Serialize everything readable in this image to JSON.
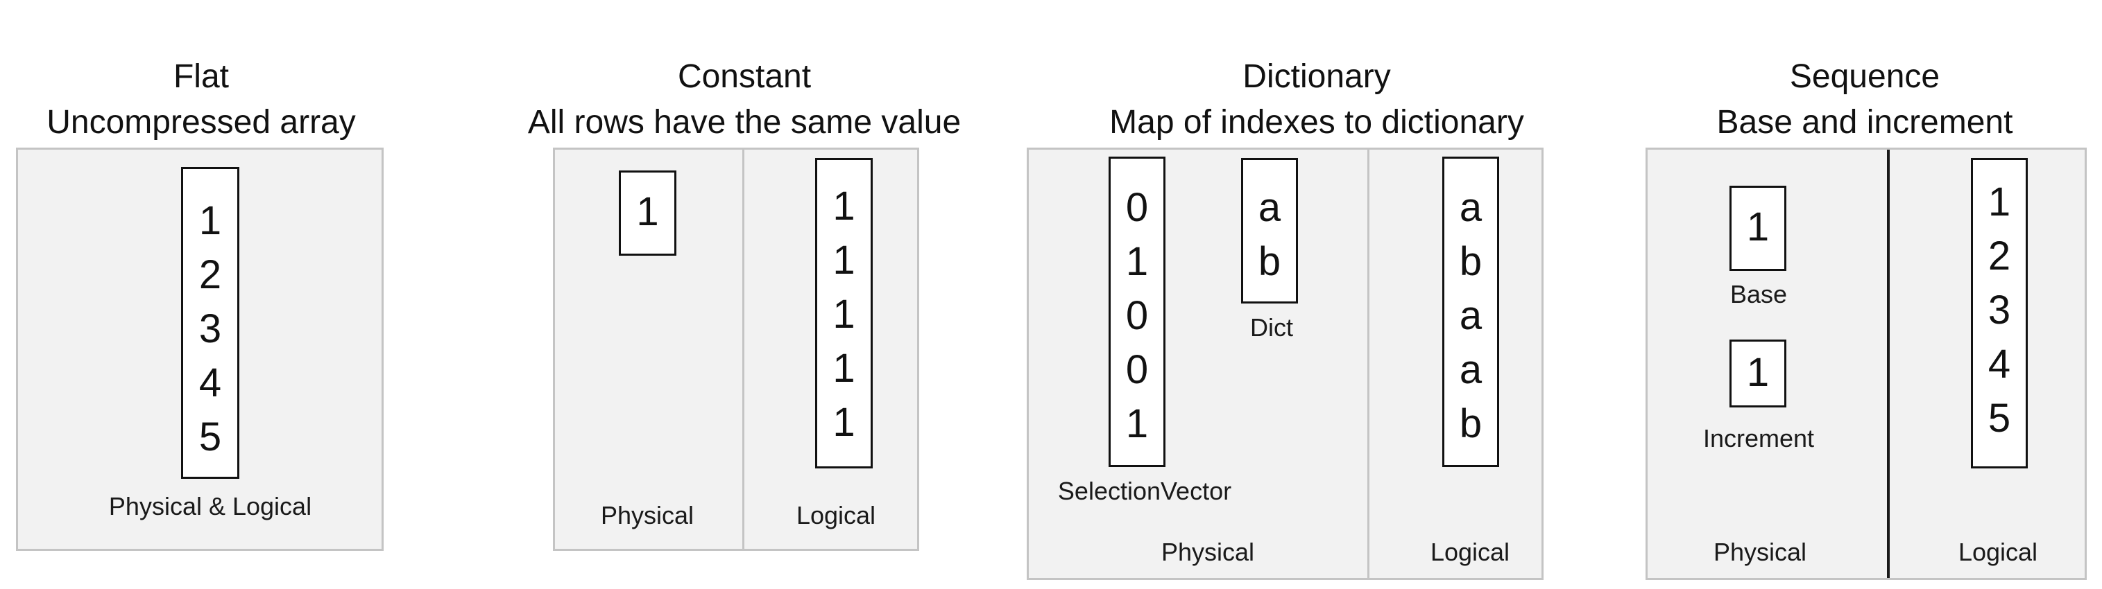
{
  "flat": {
    "title": "Flat",
    "subtitle": "Uncompressed array",
    "values": [
      "1",
      "2",
      "3",
      "4",
      "5"
    ],
    "label": "Physical & Logical"
  },
  "constant": {
    "title": "Constant",
    "subtitle": "All rows have the same value",
    "physical_values": [
      "1"
    ],
    "logical_values": [
      "1",
      "1",
      "1",
      "1",
      "1"
    ],
    "physical_label": "Physical",
    "logical_label": "Logical"
  },
  "dictionary": {
    "title": "Dictionary",
    "subtitle": "Map of indexes to dictionary",
    "selection_values": [
      "0",
      "1",
      "0",
      "0",
      "1"
    ],
    "selection_label": "SelectionVector",
    "dict_values": [
      "a",
      "b"
    ],
    "dict_label": "Dict",
    "logical_values": [
      "a",
      "b",
      "a",
      "a",
      "b"
    ],
    "physical_label": "Physical",
    "logical_label": "Logical"
  },
  "sequence": {
    "title": "Sequence",
    "subtitle": "Base and increment",
    "base_value": "1",
    "base_label": "Base",
    "increment_value": "1",
    "increment_label": "Increment",
    "logical_values": [
      "1",
      "2",
      "3",
      "4",
      "5"
    ],
    "physical_label": "Physical",
    "logical_label": "Logical"
  }
}
